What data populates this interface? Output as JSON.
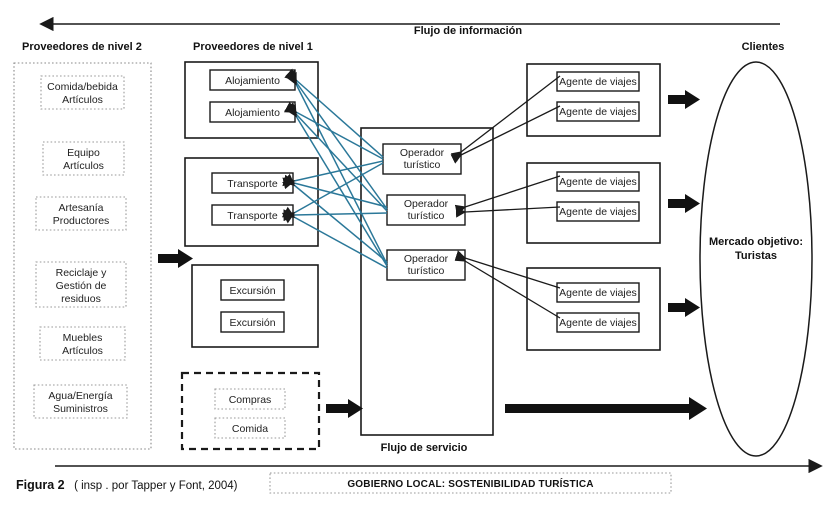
{
  "figure": {
    "caption_bold": "Figura 2",
    "caption_rest": "( insp . por Tapper y Font, 2004)"
  },
  "headers": {
    "tier2": "Proveedores de nivel 2",
    "tier1": "Proveedores de nivel 1",
    "clients": "Clientes"
  },
  "flows": {
    "information": "Flujo de información",
    "service": "Flujo de servicio"
  },
  "governance": {
    "label": "GOBIERNO LOCAL: SOSTENIBILIDAD TURÍSTICA"
  },
  "market": {
    "line1": "Mercado objetivo:",
    "line2": "Turistas"
  },
  "tier2_suppliers": [
    {
      "line1": "Comida/bebida",
      "line2": "Artículos"
    },
    {
      "line1": "Equipo",
      "line2": "Artículos"
    },
    {
      "line1": "Artesanía",
      "line2": "Productores"
    },
    {
      "line1": "Reciclaje y",
      "line2": "Gestión de",
      "line3": "residuos"
    },
    {
      "line1": "Muebles",
      "line2": "Artículos"
    },
    {
      "line1": "Agua/Energía",
      "line2": "Suministros"
    }
  ],
  "tier1_groups": [
    {
      "name": "accommodation",
      "items": [
        "Alojamiento",
        "Alojamiento"
      ],
      "style": "solid"
    },
    {
      "name": "transport",
      "items": [
        "Transporte",
        "Transporte"
      ],
      "style": "solid"
    },
    {
      "name": "excursion",
      "items": [
        "Excursión",
        "Excursión"
      ],
      "style": "solid"
    },
    {
      "name": "retail",
      "items": [
        "Compras",
        "Comida"
      ],
      "style": "dashed"
    }
  ],
  "tour_operators": [
    {
      "line1": "Operador",
      "line2": "turístico"
    },
    {
      "line1": "Operador",
      "line2": "turístico"
    },
    {
      "line1": "Operador",
      "line2": "turístico"
    }
  ],
  "travel_agent_groups": [
    {
      "items": [
        "Agente de viajes",
        "Agente de viajes"
      ]
    },
    {
      "items": [
        "Agente de viajes",
        "Agente de viajes"
      ]
    },
    {
      "items": [
        "Agente de viajes",
        "Agente de viajes"
      ]
    }
  ],
  "colors": {
    "link_blue": "#2b7899",
    "stroke_black": "#1a1a1a",
    "dotted_gray": "#8a8a8a",
    "background": "#ffffff"
  }
}
